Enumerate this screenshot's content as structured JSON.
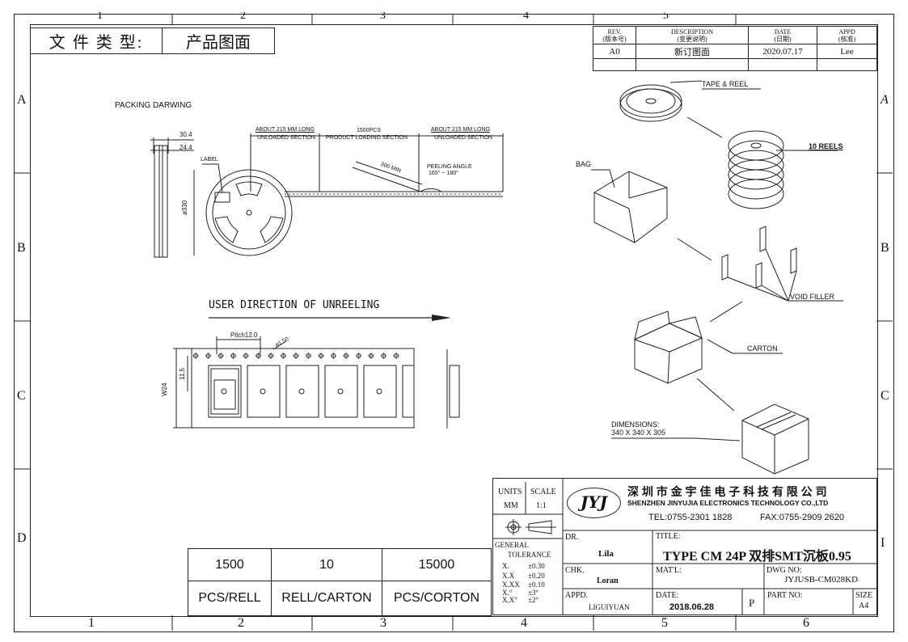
{
  "zones": {
    "top": [
      "1",
      "2",
      "3",
      "4",
      "5"
    ],
    "bottom": [
      "1",
      "2",
      "3",
      "4",
      "5",
      "6"
    ],
    "left": [
      "A",
      "B",
      "C",
      "D"
    ],
    "right": [
      "A",
      "B",
      "C",
      "I"
    ]
  },
  "doc_type": {
    "label": "文 件 类 型:",
    "value": "产品图面"
  },
  "revision": {
    "headers": [
      {
        "en": "REV.",
        "cn": "(版本号)"
      },
      {
        "en": "DESCRIPTION",
        "cn": "(变更说明)"
      },
      {
        "en": "DATE",
        "cn": "(日期)"
      },
      {
        "en": "APPD",
        "cn": "(核准)"
      }
    ],
    "rows": [
      {
        "rev": "A0",
        "desc": "新订图面",
        "date": "2020.07.17",
        "appd": "Lee"
      }
    ]
  },
  "packing_title": "PACKING DARWING",
  "reel": {
    "dim_304": "30.4",
    "dim_244": "24.4",
    "label": "LABEL",
    "diameter": "ø330",
    "sec_left": {
      "l1": "ABOUT 215 MM LONG",
      "l2": "UNLOADED SECTION"
    },
    "sec_mid": {
      "l1": "1500PCS",
      "l2": "PRODUCT LOADING SECTION"
    },
    "sec_right": {
      "l1": "ABOUT 215 MM LONG",
      "l2": "UNLOADED SECTION"
    },
    "min_300": "300 MIN",
    "peel_l1": "PEELING ANGLE",
    "peel_l2": "165° ~ 180°"
  },
  "direction": "USER DIRECTION OF UNREELING",
  "tape": {
    "pitch": "Pitch12.0",
    "hole": "ø1.50",
    "w24": "W24",
    "h115": "11.5"
  },
  "flow": {
    "tape_reel": "TAPE & REEL",
    "ten_reels": "10 REELS",
    "bag": "BAG",
    "void_filler": "VOID FILLER",
    "carton": "CARTON",
    "dimensions_l1": "DIMENSIONS:",
    "dimensions_l2": "340 X 340 X 305"
  },
  "qty_table": {
    "values": [
      "1500",
      "10",
      "15000"
    ],
    "units": [
      "PCS/RELL",
      "RELL/CARTON",
      "PCS/CORTON"
    ]
  },
  "title_block": {
    "units_label": "UNITS",
    "units_val": "MM",
    "scale_label": "SCALE",
    "scale_val": "1:1",
    "logo": "JYJ",
    "company_cn": "深 圳 市 金 宇 佳 电 子 科 技 有 限 公 司",
    "company_en": "SHENZHEN JINYUJIA ELECTRONICS TECHNOLOGY CO.,LTD",
    "tel": "TEL:0755-2301 1828",
    "fax": "FAX:0755-2909 2620",
    "tol_label_1": "GENERAL",
    "tol_label_2": "TOLERANCE",
    "tolerances": [
      {
        "k": "X.",
        "v": "±0.30"
      },
      {
        "k": "X.X",
        "v": "±0.20"
      },
      {
        "k": "X.XX",
        "v": "±0.10"
      },
      {
        "k": "X.°",
        "v": "±3°"
      },
      {
        "k": "X.X°",
        "v": "±2°"
      }
    ],
    "dr_label": "DR.",
    "dr_val": "Lila",
    "title_label": "TITLE:",
    "title_val": "TYPE CM 24P 双排SMT沉板0.95",
    "chk_label": "CHK.",
    "chk_val": "Loran",
    "mat_label": "MAT'L:",
    "dwg_label": "DWG NO:",
    "dwg_val": "JYJUSB-CM028KD",
    "appd_label": "APPD.",
    "appd_val": "LIGUIYUAN",
    "date_label": "DATE:",
    "date_val": "2018.06.28",
    "p_label": "P",
    "part_label": "PART NO:",
    "size_label": "SIZE",
    "size_val": "A4"
  }
}
